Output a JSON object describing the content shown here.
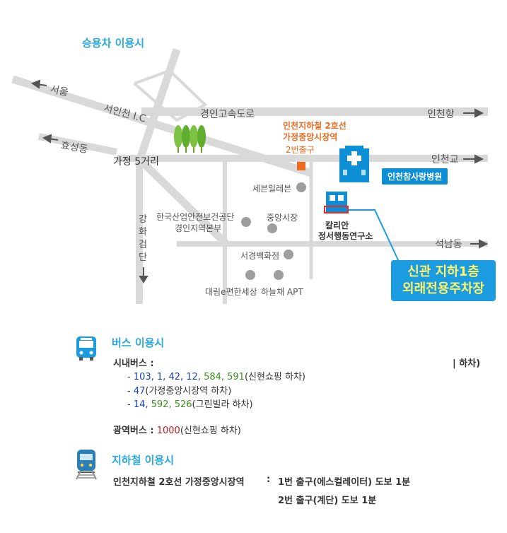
{
  "map": {
    "title": "승용차 이용시",
    "labels": {
      "seoul": "서울",
      "hyoseong": "효성동",
      "seoin_ic": "서인천 I.C",
      "gyeongin_expressway": "경인고속도로",
      "incheon_port": "인천항",
      "gajeong_5": "가정 5거리",
      "subway_station_line1": "인천지하철 2호선",
      "subway_station_line2": "가정중앙시장역",
      "subway_exit": "2번출구",
      "incheon_bridge": "인천교",
      "hospital": "인천참사랑병원",
      "seven_eleven": "세븐일레븐",
      "kosha_line1": "한국산업안전보건공단",
      "kosha_line2": "경인지역본부",
      "central_market": "중앙시장",
      "callian_line1": "칼리안",
      "callian_line2": "정서행동연구소",
      "seoknam": "석남동",
      "seogyeong": "서경백화점",
      "gangwha_road": "강화검단",
      "daelim": "대림e편한세상",
      "haneulchae": "하늘채 APT",
      "parking_line1": "신관 지하1층",
      "parking_line2": "외래전용주차장"
    }
  },
  "bus": {
    "title": "버스 이용시",
    "city_bus_label": "시내버스 :",
    "right_note": "| 하차)",
    "line1": {
      "prefix": "- ",
      "blue": "103, 1, 42, 12, ",
      "green": "584, 591",
      "suffix": "(신현쇼핑 하차)"
    },
    "line2": {
      "prefix": "- ",
      "blue": "47",
      "suffix": "(가정중앙시장역 하차)"
    },
    "line3": {
      "prefix": "- ",
      "blue": "14, ",
      "green": "592, 526",
      "suffix": "(그린빌라 하차)"
    },
    "wide_label": "광역버스 :",
    "wide_red": "1000",
    "wide_suffix": "(신현쇼핑 하차)"
  },
  "subway": {
    "title": "지하철 이용시",
    "station": "인천지하철 2호선 가정중앙시장역",
    "colon": ":",
    "exit1": "1번 출구(에스컬레이터) 도보 1분",
    "exit2": "2번 출구(계단) 도보 1분"
  },
  "colors": {
    "road": "#d9d9d9",
    "accent": "#29a8e0",
    "hospital_blue": "#0d8fd6",
    "station_orange": "#ee6a1f",
    "callout_yellow": "#fff36b",
    "tree_green": "#7dc242"
  }
}
